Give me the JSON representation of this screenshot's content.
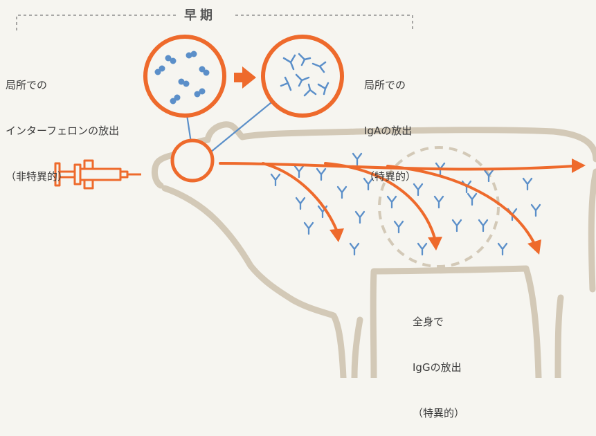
{
  "phase": {
    "title": "早期"
  },
  "labels": {
    "local_interferon": {
      "lines": [
        "局所での",
        "インターフェロンの放出",
        "（非特異的）"
      ]
    },
    "local_iga": {
      "lines": [
        "局所での",
        "IgAの放出",
        "（特異的）"
      ]
    },
    "systemic_igg": {
      "lines": [
        "全身で",
        "IgGの放出",
        "（特異的）"
      ]
    }
  },
  "colors": {
    "accent": "#ee6a2c",
    "antibody": "#5b8fc9",
    "cow_outline": "#d3c9b7",
    "background": "#f6f5f0",
    "text": "#3a3a3a"
  },
  "icons": {
    "syringe": "syringe-icon",
    "transition_arrow": "arrow-right-icon"
  }
}
